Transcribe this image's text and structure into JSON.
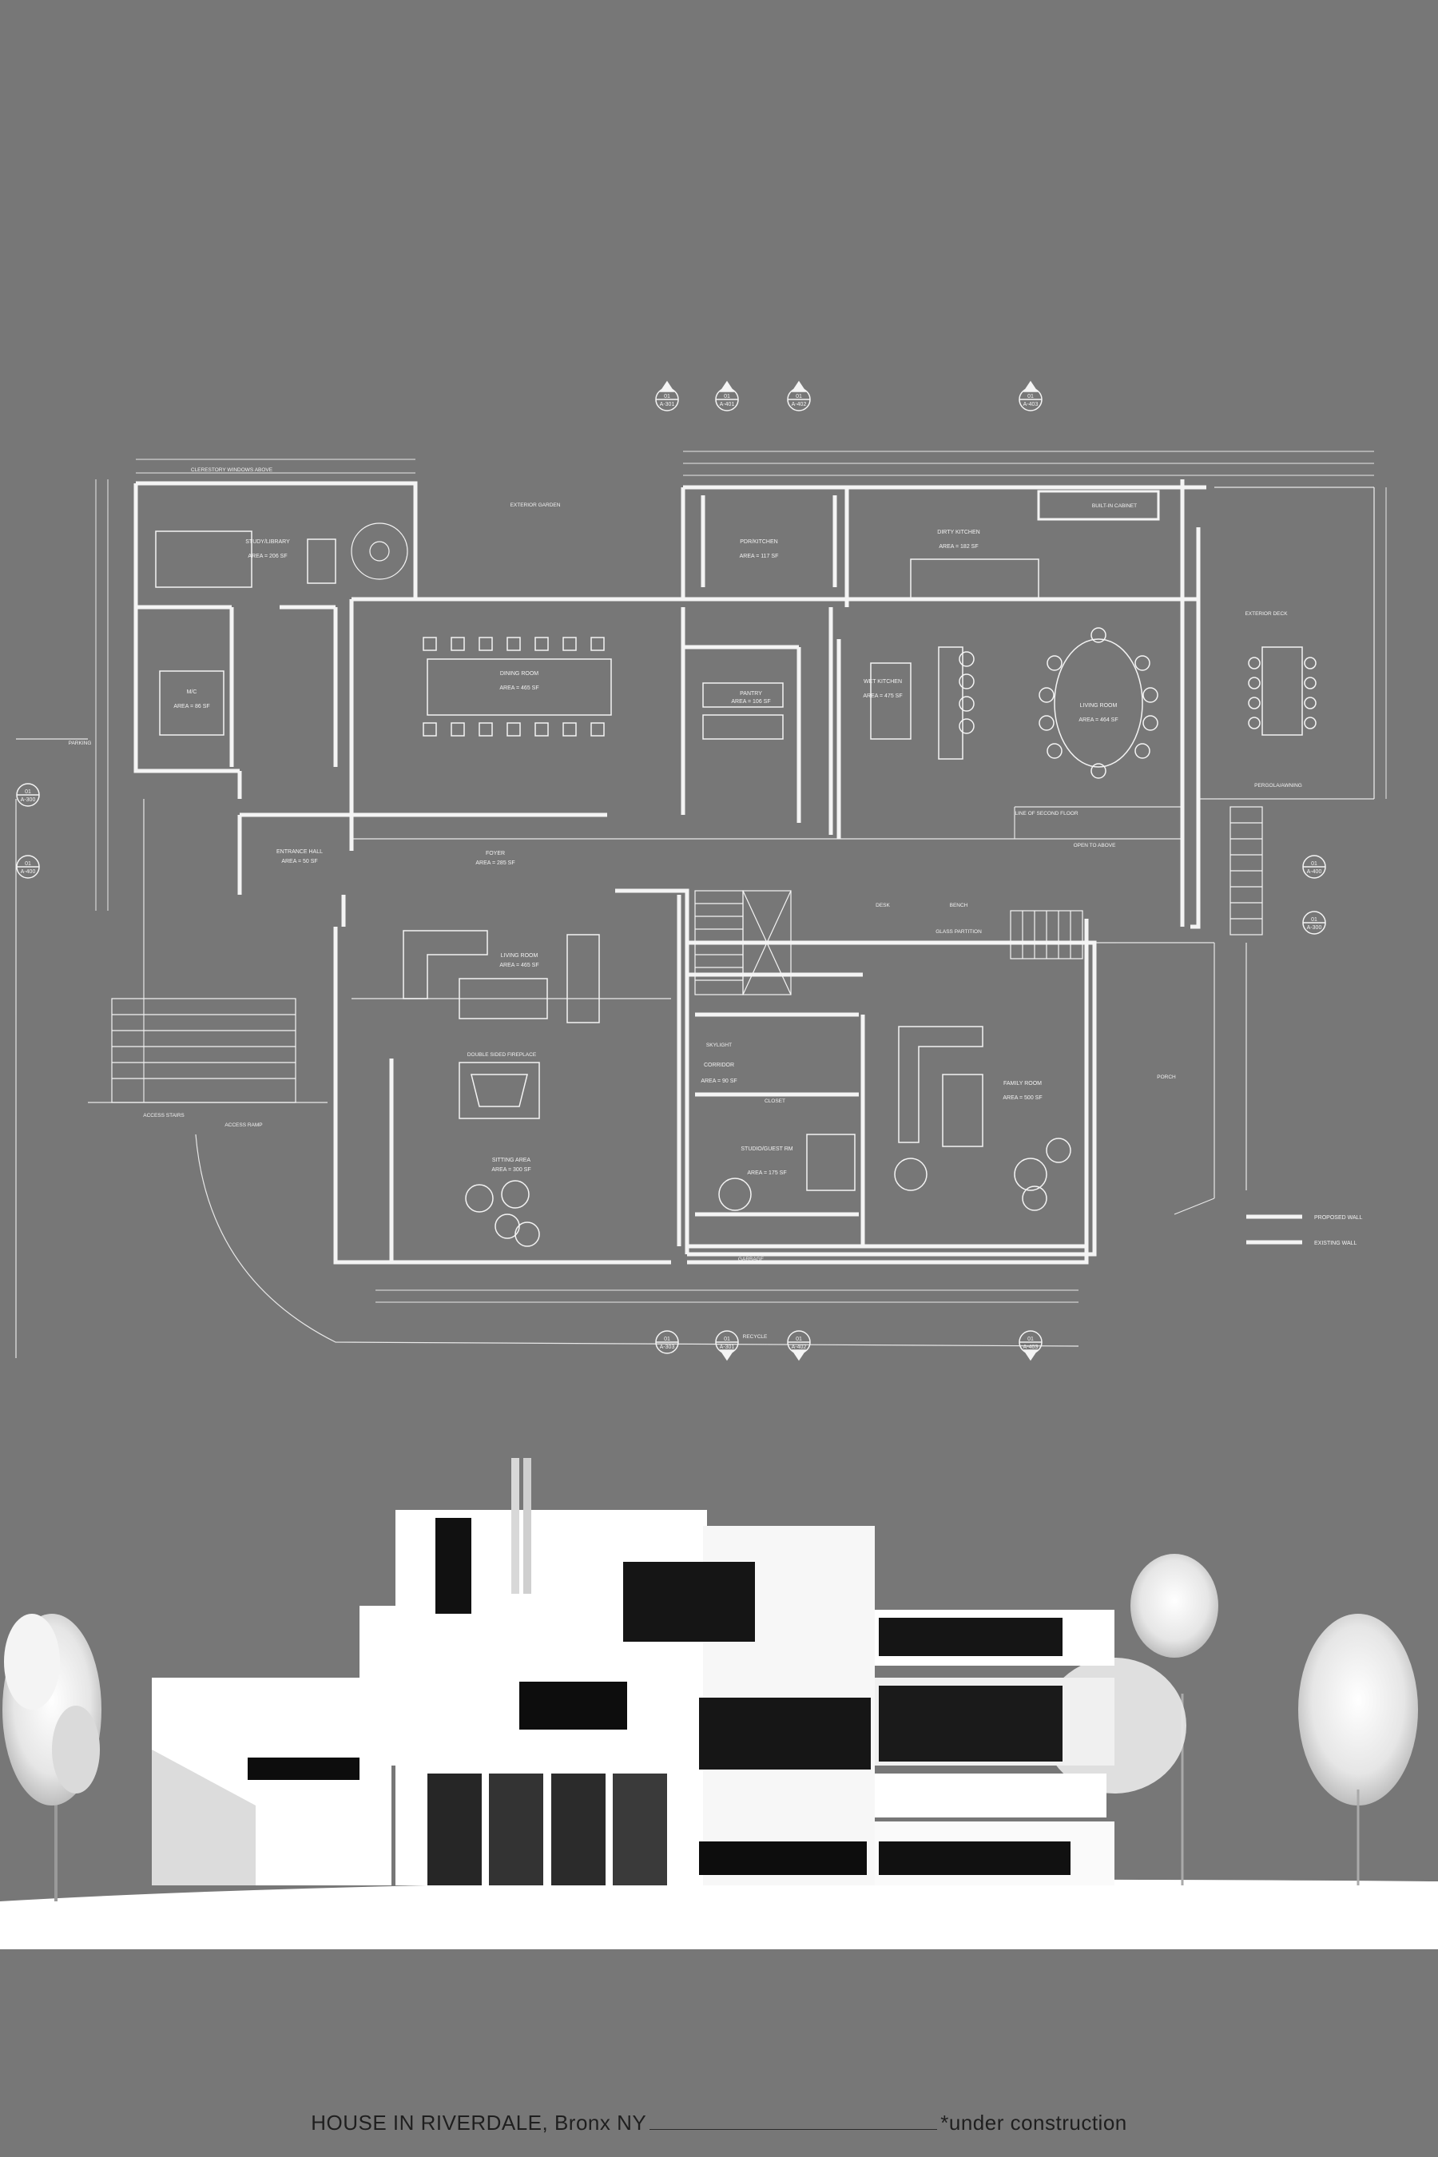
{
  "plan": {
    "rooms": [
      {
        "id": "study",
        "name": "STUDY/LIBRARY",
        "area": "AREA = 206 SF"
      },
      {
        "id": "pdr_kitchen",
        "name": "PDR/KITCHEN",
        "area": "AREA = 117 SF"
      },
      {
        "id": "dirty_kitchen",
        "name": "DIRTY KITCHEN",
        "area": "AREA = 182 SF"
      },
      {
        "id": "dining",
        "name": "DINING ROOM",
        "area": "AREA = 465 SF"
      },
      {
        "id": "pantry",
        "name": "PANTRY",
        "area": "AREA = 106 SF"
      },
      {
        "id": "wet_kitchen",
        "name": "WET KITCHEN",
        "area": "AREA = 475 SF"
      },
      {
        "id": "living_north",
        "name": "LIVING ROOM",
        "area": "AREA = 464 SF"
      },
      {
        "id": "mud",
        "name": "M/C",
        "area": "AREA = 86 SF"
      },
      {
        "id": "foyer",
        "name": "FOYER",
        "area": "AREA = 285 SF"
      },
      {
        "id": "entrance",
        "name": "ENTRANCE HALL",
        "area": "AREA = 50 SF"
      },
      {
        "id": "living",
        "name": "LIVING ROOM",
        "area": "AREA = 465 SF"
      },
      {
        "id": "sitting",
        "name": "SITTING AREA",
        "area": "AREA = 300 SF"
      },
      {
        "id": "family",
        "name": "FAMILY ROOM",
        "area": "AREA = 500 SF"
      },
      {
        "id": "studio",
        "name": "STUDIO/GUEST RM",
        "area": "AREA = 175 SF"
      },
      {
        "id": "corridor",
        "name": "CORRIDOR",
        "area": "AREA = 90 SF"
      }
    ],
    "labels": {
      "exterior_garden": "EXTERIOR GARDEN",
      "clerestory": "CLERESTORY WINDOWS ABOVE",
      "exterior_deck": "EXTERIOR DECK",
      "pergola": "PERGOLA/AWNING",
      "built_in_cabinet": "BUILT-IN CABINET",
      "line_second_floor": "LINE OF SECOND FLOOR",
      "open_to_above": "OPEN TO ABOVE",
      "porch": "PORCH",
      "garbage": "GARBAGE",
      "recycle": "RECYCLE",
      "parking": "PARKING",
      "access_stairs": "ACCESS STAIRS",
      "access_ramp": "ACCESS RAMP",
      "fireplace": "DOUBLE SIDED FIREPLACE",
      "glass_partition": "GLASS PARTITION",
      "desk": "DESK",
      "bench": "BENCH",
      "closet": "CLOSET",
      "skylight": "SKYLIGHT"
    },
    "section_markers": [
      {
        "num": "01",
        "sheet": "A-301"
      },
      {
        "num": "01",
        "sheet": "A-401"
      },
      {
        "num": "01",
        "sheet": "A-402"
      },
      {
        "num": "01",
        "sheet": "A-403"
      },
      {
        "num": "01",
        "sheet": "A-300"
      },
      {
        "num": "01",
        "sheet": "A-400"
      },
      {
        "num": "01",
        "sheet": "A-400"
      },
      {
        "num": "01",
        "sheet": "A-300"
      },
      {
        "num": "01",
        "sheet": "A-303"
      },
      {
        "num": "01",
        "sheet": "A-301"
      },
      {
        "num": "01",
        "sheet": "A-402"
      },
      {
        "num": "01",
        "sheet": "A-403"
      }
    ],
    "legend": [
      {
        "label": "PROPOSED WALL"
      },
      {
        "label": "EXISTING WALL"
      }
    ]
  },
  "elevation": {
    "view": "front elevation rendering"
  },
  "caption": {
    "title": "HOUSE IN RIVERDALE, Bronx NY",
    "note": "*under construction"
  }
}
